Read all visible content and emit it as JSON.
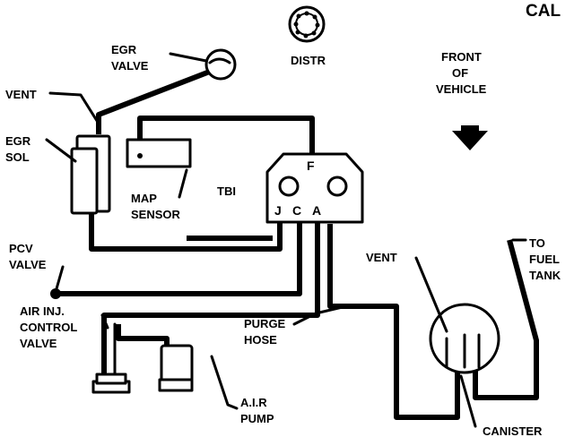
{
  "title": "CAL",
  "labels": {
    "egr_valve": [
      "EGR",
      "VALVE"
    ],
    "distr": "DISTR",
    "front_of_vehicle": [
      "FRONT",
      "OF",
      "VEHICLE"
    ],
    "vent_left": "VENT",
    "egr_sol": [
      "EGR",
      "SOL"
    ],
    "map_sensor": [
      "MAP",
      "SENSOR"
    ],
    "tbi": "TBI",
    "tbi_port_f": "F",
    "tbi_port_j": "J",
    "tbi_port_c": "C",
    "tbi_port_a": "A",
    "pcv_valve": [
      "PCV",
      "VALVE"
    ],
    "air_inj_control_valve": [
      "AIR INJ.",
      "CONTROL",
      "VALVE"
    ],
    "purge_hose": [
      "PURGE",
      "HOSE"
    ],
    "air_pump": [
      "A.I.R",
      "PUMP"
    ],
    "vent_right": "VENT",
    "to_fuel_tank": [
      "TO",
      "FUEL",
      "TANK"
    ],
    "canister": "CANISTER"
  },
  "icons": {
    "distributor": "distributor-cap-icon",
    "front_arrow": "arrow-down-icon"
  }
}
